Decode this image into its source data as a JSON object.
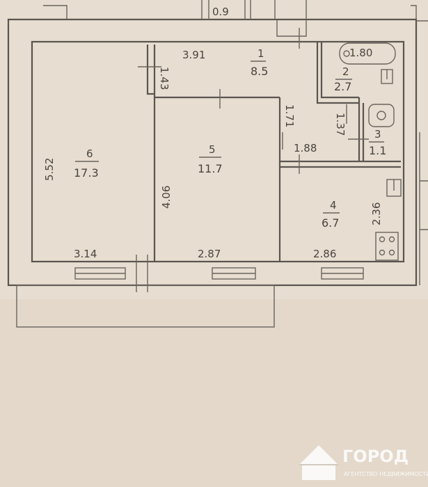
{
  "plan": {
    "paper_color": "#e7ddd0",
    "line_color": "#5a554f",
    "text_color": "#4a4540",
    "top_stair_label": "0.9",
    "rooms": [
      {
        "id": "1",
        "number": "1",
        "area": "8.5"
      },
      {
        "id": "2",
        "number": "2",
        "area": "2.7"
      },
      {
        "id": "3",
        "number": "3",
        "area": "1.1"
      },
      {
        "id": "4",
        "number": "4",
        "area": "6.7"
      },
      {
        "id": "5",
        "number": "5",
        "area": "11.7"
      },
      {
        "id": "6",
        "number": "6",
        "area": "17.3"
      }
    ],
    "dimensions": {
      "hall_length": "3.91",
      "hall_width": "1.43",
      "bath_tub": "1.80",
      "corridor_width": "1.71",
      "wc_length": "1.37",
      "kitchen_top": "1.88",
      "room6_depth": "5.52",
      "room5_depth": "4.06",
      "kitchen_depth": "2.36",
      "room6_width": "3.14",
      "room5_width": "2.87",
      "kitchen_width": "2.86"
    }
  },
  "watermark": {
    "brand": "ГОРОД",
    "tagline": "АГЕНТСТВО НЕДВИЖИМОСТИ"
  }
}
